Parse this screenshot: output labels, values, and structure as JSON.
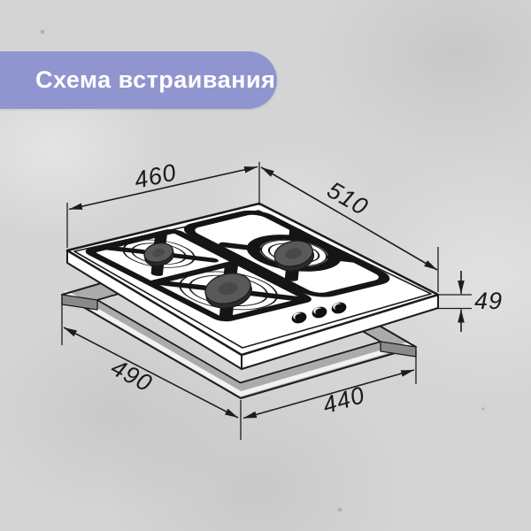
{
  "title": {
    "label": "Схема встраивания"
  },
  "diagram": {
    "type": "installation-scheme",
    "dimensions": {
      "hob_width": "460",
      "hob_depth": "510",
      "hob_height": "49",
      "cutout_width": "490",
      "cutout_depth": "440"
    },
    "burner_count": 3,
    "knob_count": 3
  },
  "colors": {
    "accent": "#9095d0",
    "title_text": "#ffffff",
    "background": "#d4d4d4",
    "line": "#1c1c1c",
    "cutout_band": "#ababab",
    "burner_cap": "#595959"
  }
}
